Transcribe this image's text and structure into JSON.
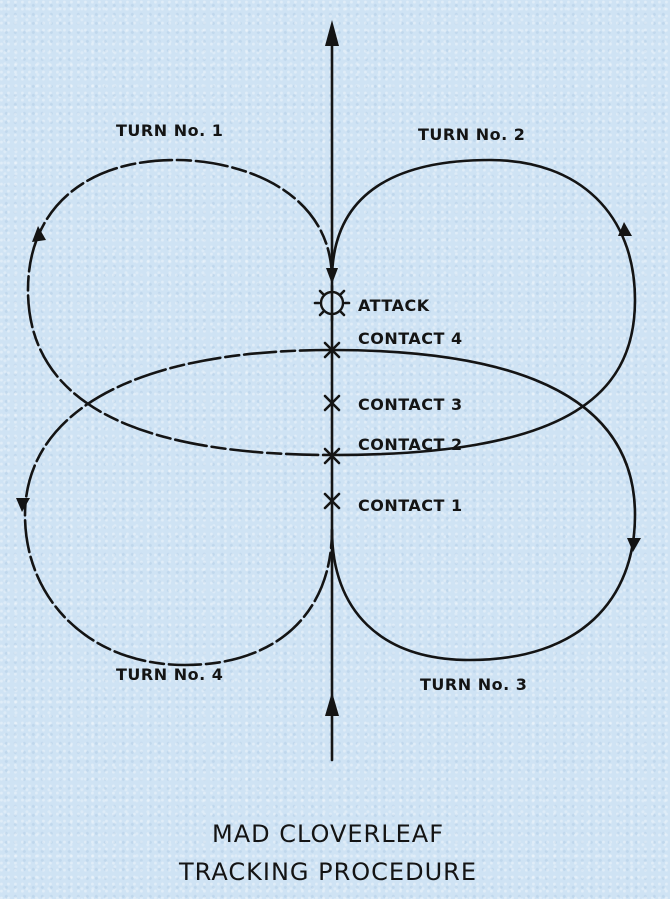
{
  "diagram": {
    "title_line1": "MAD CLOVERLEAF",
    "title_line2": "TRACKING PROCEDURE",
    "turns": {
      "turn1": "TURN No. 1",
      "turn2": "TURN No. 2",
      "turn3": "TURN No. 3",
      "turn4": "TURN No. 4"
    },
    "events": {
      "attack": "ATTACK",
      "contact4": "CONTACT 4",
      "contact3": "CONTACT 3",
      "contact2": "CONTACT 2",
      "contact1": "CONTACT 1"
    }
  }
}
